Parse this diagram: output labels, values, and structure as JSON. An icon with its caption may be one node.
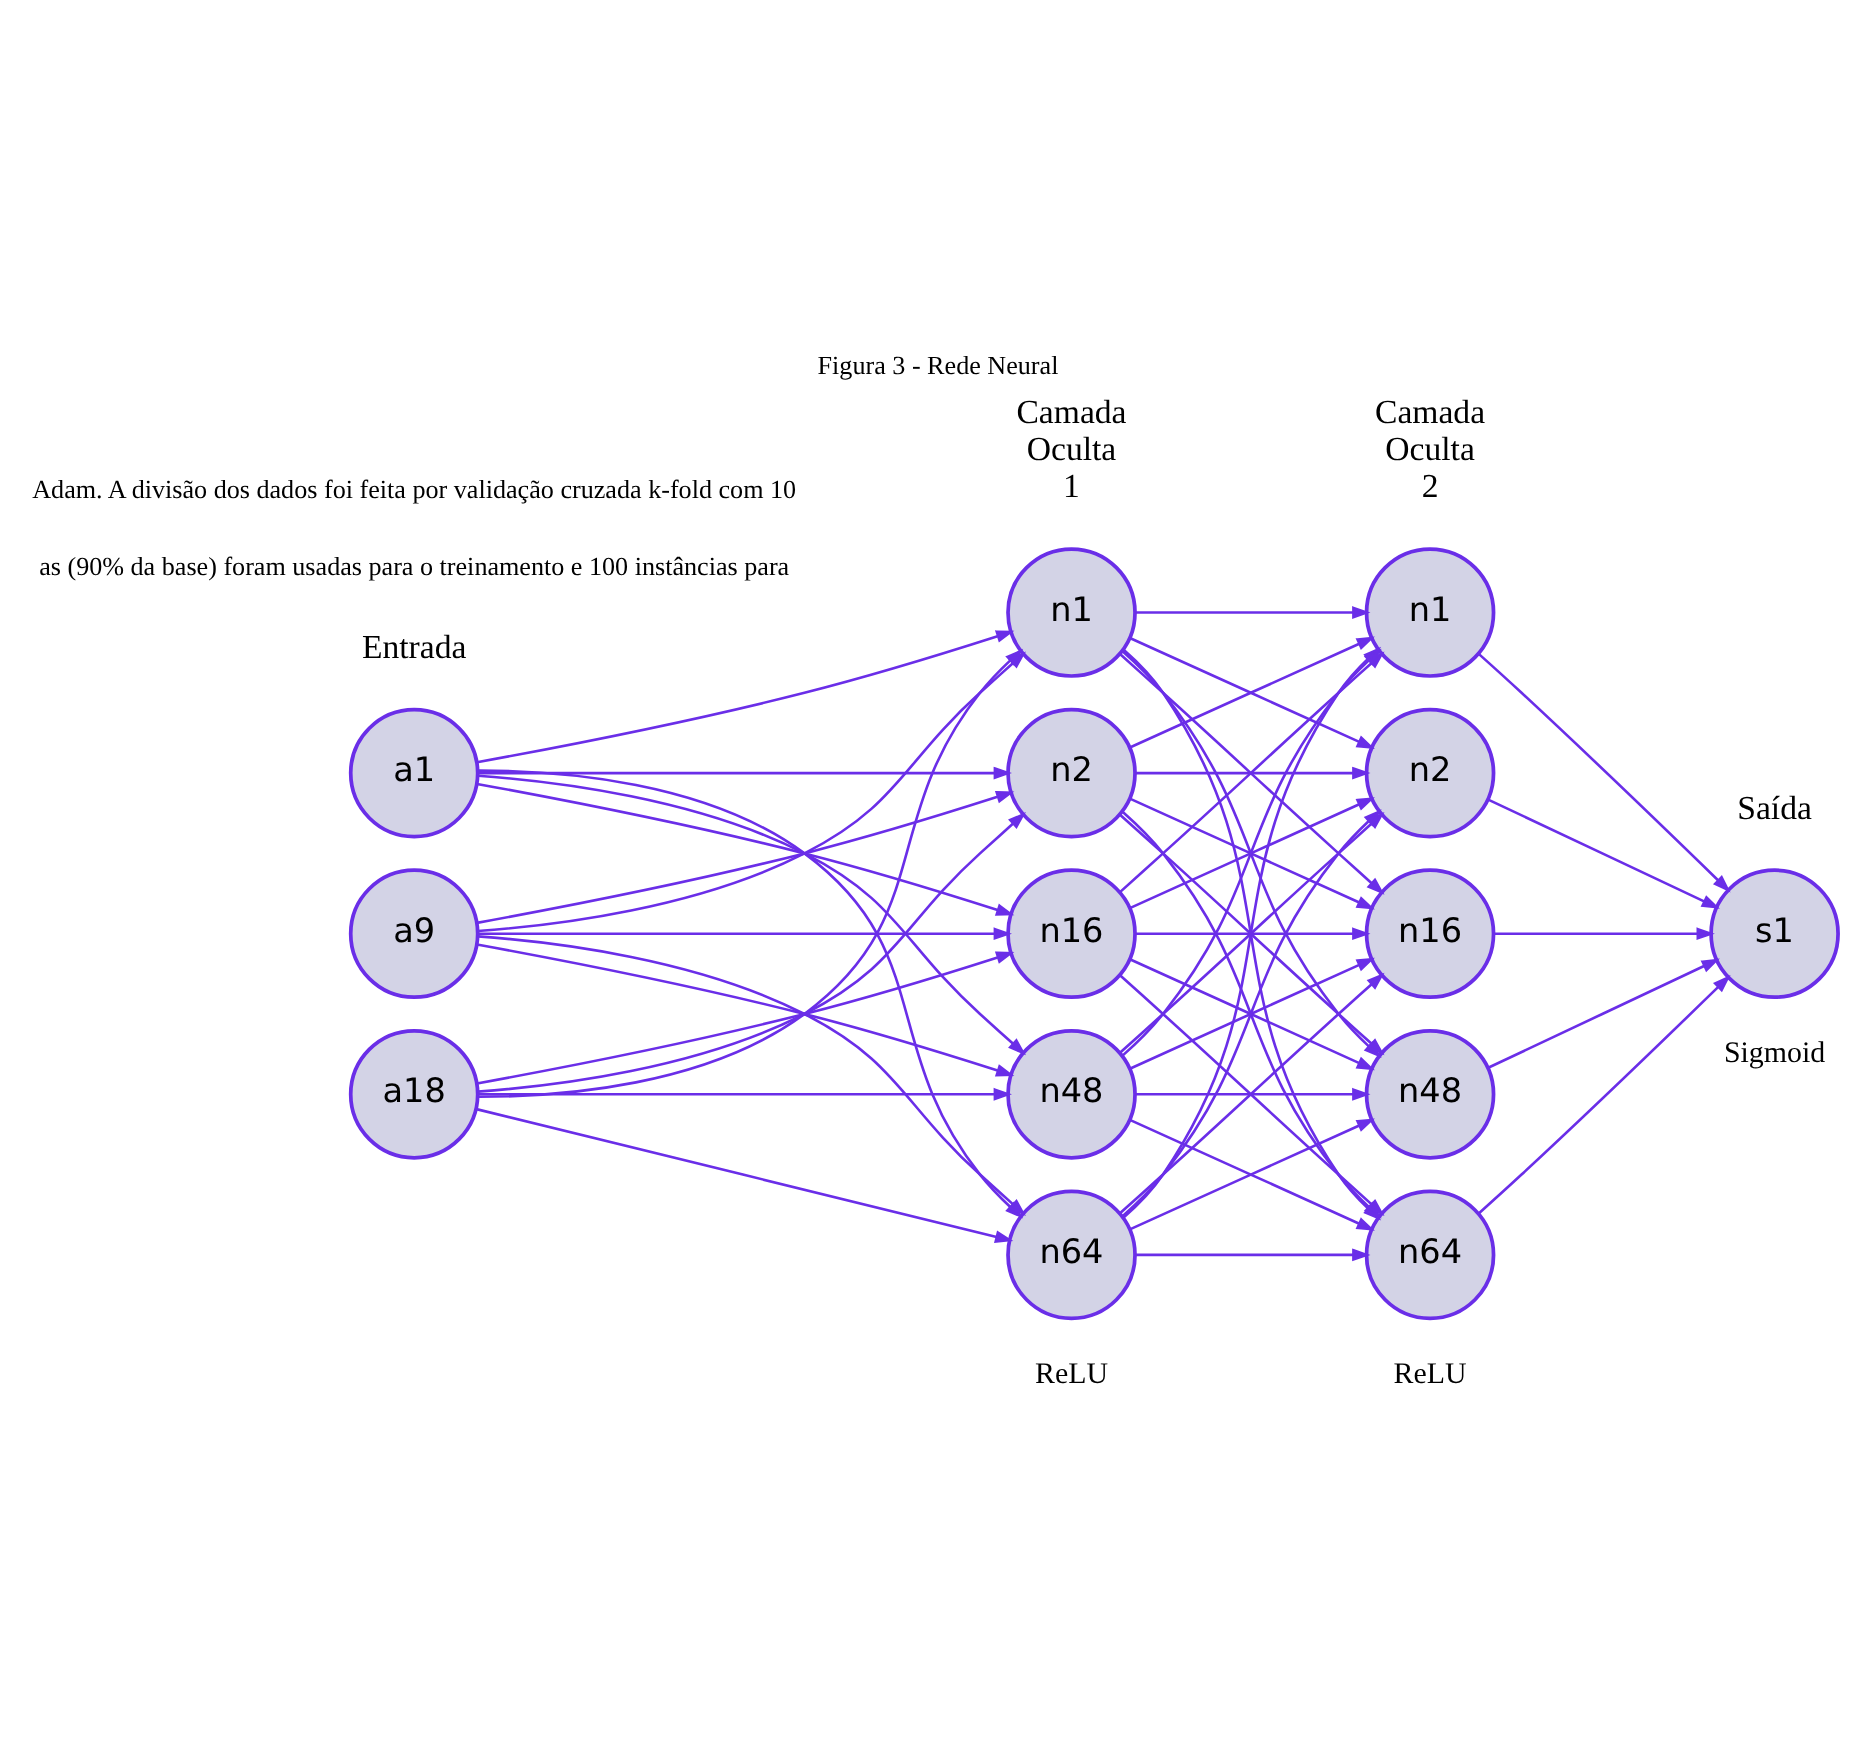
{
  "diagram": {
    "title": "Figura 3 - Rede Neural",
    "nodes": [
      {
        "text": [
          "a1"
        ]
      },
      {
        "text": [
          "a9"
        ]
      },
      {
        "text": [
          "a18"
        ]
      },
      {
        "text": [
          "n1"
        ]
      },
      {
        "text": [
          "n2"
        ]
      },
      {
        "text": [
          "n16"
        ]
      },
      {
        "text": [
          "n48"
        ]
      },
      {
        "text": [
          "n64"
        ]
      },
      {
        "text": [
          "n1"
        ]
      },
      {
        "text": [
          "n2"
        ]
      },
      {
        "text": [
          "n16"
        ]
      },
      {
        "text": [
          "n48"
        ]
      },
      {
        "text": [
          "n64"
        ]
      },
      {
        "text": [
          "s1"
        ]
      }
    ],
    "edges": [
      {
        "from": 0,
        "to": 3,
        "arrow": "to"
      },
      {
        "from": 0,
        "to": 4,
        "arrow": "to"
      },
      {
        "from": 0,
        "to": 5,
        "arrow": "to"
      },
      {
        "from": 0,
        "to": 6,
        "arrow": "to"
      },
      {
        "from": 0,
        "to": 7,
        "arrow": "to"
      },
      {
        "from": 1,
        "to": 3,
        "arrow": "to"
      },
      {
        "from": 1,
        "to": 4,
        "arrow": "to"
      },
      {
        "from": 1,
        "to": 5,
        "arrow": "to"
      },
      {
        "from": 1,
        "to": 6,
        "arrow": "to"
      },
      {
        "from": 1,
        "to": 7,
        "arrow": "to"
      },
      {
        "from": 2,
        "to": 3,
        "arrow": "to"
      },
      {
        "from": 2,
        "to": 4,
        "arrow": "to"
      },
      {
        "from": 2,
        "to": 5,
        "arrow": "to"
      },
      {
        "from": 2,
        "to": 6,
        "arrow": "to"
      },
      {
        "from": 2,
        "to": 7,
        "arrow": "to"
      },
      {
        "from": 3,
        "to": 8,
        "arrow": "to"
      },
      {
        "from": 3,
        "to": 9,
        "arrow": "to"
      },
      {
        "from": 3,
        "to": 10,
        "arrow": "to"
      },
      {
        "from": 3,
        "to": 11,
        "arrow": "to"
      },
      {
        "from": 3,
        "to": 12,
        "arrow": "to"
      },
      {
        "from": 4,
        "to": 8,
        "arrow": "to"
      },
      {
        "from": 4,
        "to": 9,
        "arrow": "to"
      },
      {
        "from": 4,
        "to": 10,
        "arrow": "to"
      },
      {
        "from": 4,
        "to": 11,
        "arrow": "to"
      },
      {
        "from": 4,
        "to": 12,
        "arrow": "to"
      },
      {
        "from": 5,
        "to": 8,
        "arrow": "to"
      },
      {
        "from": 5,
        "to": 9,
        "arrow": "to"
      },
      {
        "from": 5,
        "to": 10,
        "arrow": "to"
      },
      {
        "from": 5,
        "to": 11,
        "arrow": "to"
      },
      {
        "from": 5,
        "to": 12,
        "arrow": "to"
      },
      {
        "from": 6,
        "to": 8,
        "arrow": "to"
      },
      {
        "from": 6,
        "to": 9,
        "arrow": "to"
      },
      {
        "from": 6,
        "to": 10,
        "arrow": "to"
      },
      {
        "from": 6,
        "to": 11,
        "arrow": "to"
      },
      {
        "from": 6,
        "to": 12,
        "arrow": "to"
      },
      {
        "from": 7,
        "to": 8,
        "arrow": "to"
      },
      {
        "from": 7,
        "to": 9,
        "arrow": "to"
      },
      {
        "from": 7,
        "to": 10,
        "arrow": "to"
      },
      {
        "from": 7,
        "to": 11,
        "arrow": "to"
      },
      {
        "from": 7,
        "to": 12,
        "arrow": "to"
      },
      {
        "from": 8,
        "to": 13,
        "arrow": "to"
      },
      {
        "from": 9,
        "to": 13,
        "arrow": "to"
      },
      {
        "from": 10,
        "to": 13,
        "arrow": "to"
      },
      {
        "from": 11,
        "to": 13,
        "arrow": "to"
      },
      {
        "from": 12,
        "to": 13,
        "arrow": "to"
      }
    ],
    "labels": [
      "Adam. A divisão dos dados foi feita por validação cruzada k-fold com 10",
      "as (90% da base) foram usadas para o treinamento e 100 instâncias para",
      "Entrada",
      "Camada Oculta 1",
      "Camada Oculta 2",
      "Saída",
      "ReLU",
      "ReLU",
      "Sigmoid"
    ]
  }
}
